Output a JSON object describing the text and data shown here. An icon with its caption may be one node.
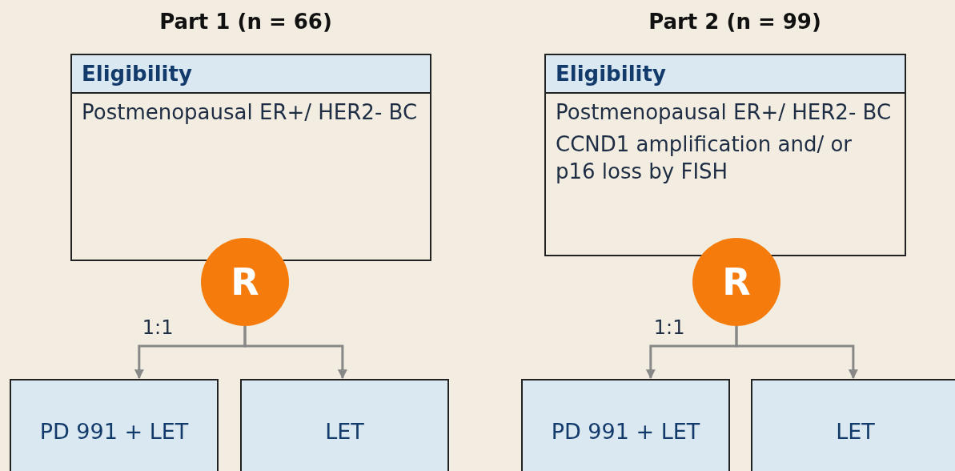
{
  "diagram": {
    "nodes": [
      {
        "text": [
          "Eligibility",
          "Postmenopausal ER+/ HER2- BC"
        ]
      },
      {
        "text": [
          "R"
        ]
      },
      {
        "text": [
          "PD 991 + LET"
        ]
      },
      {
        "text": [
          "LET"
        ]
      },
      {
        "text": [
          "Eligibility",
          "Postmenopausal ER+/ HER2- BC",
          "CCND1 amplification and/ or p16 loss by FISH"
        ]
      },
      {
        "text": [
          "R"
        ]
      },
      {
        "text": [
          "PD 991 + LET"
        ]
      },
      {
        "text": [
          "LET"
        ]
      }
    ],
    "edges": [
      {
        "from": 1,
        "to": 2,
        "arrow": "to",
        "label": "1:1"
      },
      {
        "from": 1,
        "to": 3,
        "arrow": "to"
      },
      {
        "from": 5,
        "to": 6,
        "arrow": "to",
        "label": "1:1"
      },
      {
        "from": 5,
        "to": 7,
        "arrow": "to"
      }
    ],
    "labels": [
      "Part 1 (n = 66)",
      "Part 2 (n = 99)"
    ]
  }
}
